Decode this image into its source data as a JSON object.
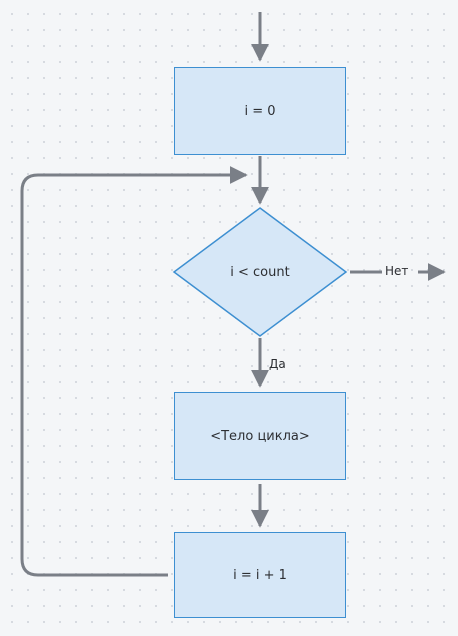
{
  "nodes": {
    "init": "i = 0",
    "condition": "i < count",
    "body": "<Тело цикла>",
    "increment": "i = i + 1"
  },
  "edges": {
    "yes": "Да",
    "no": "Нет"
  },
  "colors": {
    "node_fill": "#d6e7f7",
    "node_border": "#3d8fd1",
    "connector": "#7a7f87",
    "text": "#2d2f33"
  }
}
